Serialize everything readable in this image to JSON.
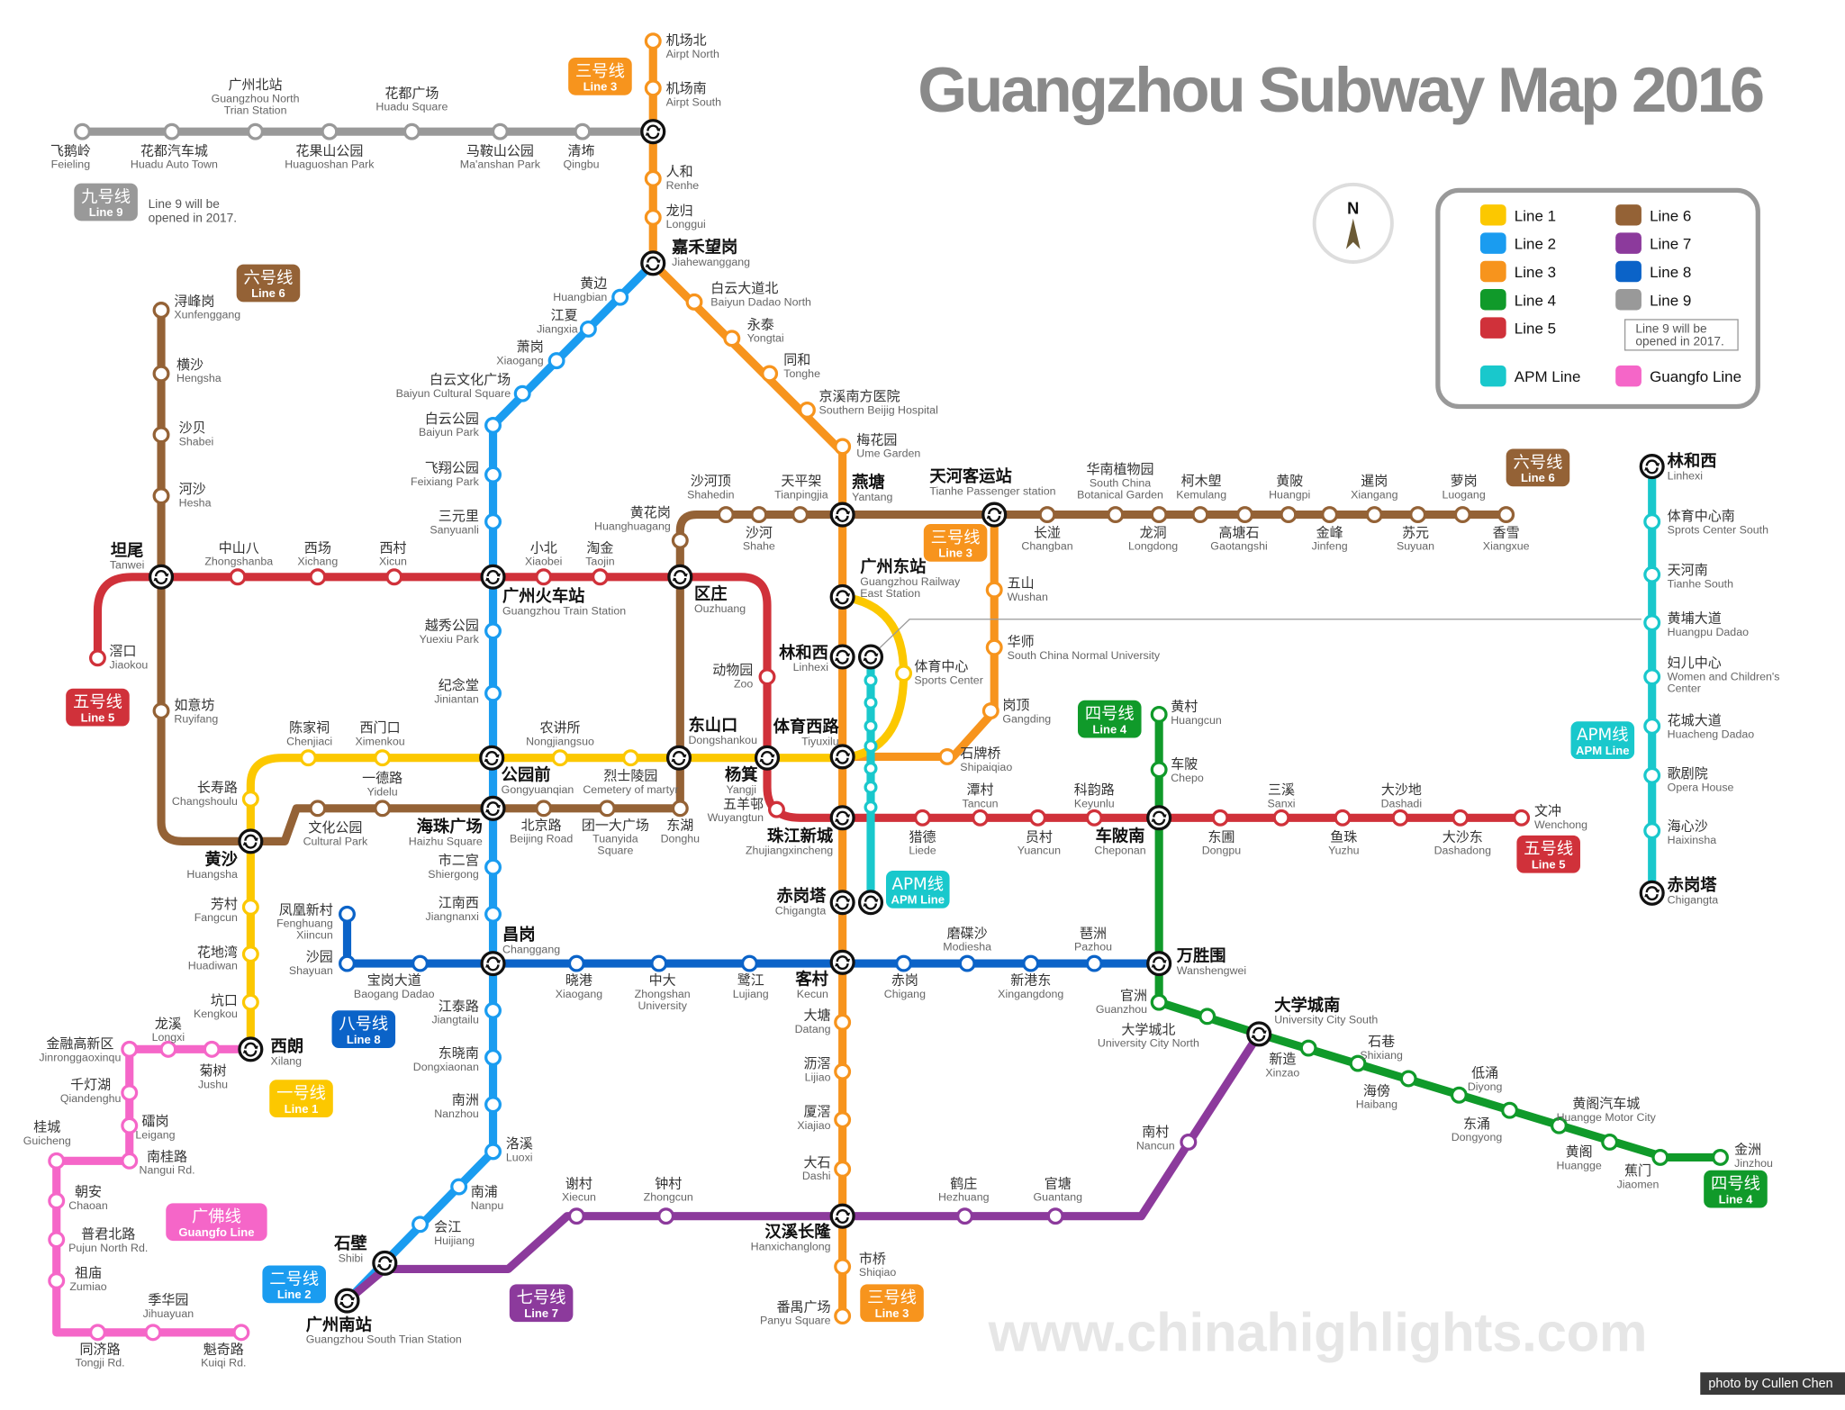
{
  "title": "Guangzhou Subway Map 2016",
  "watermark": "www.chinahighlights.com",
  "credit": "photo by Cullen Chen",
  "compass": "N",
  "line9_note": [
    "Line 9 will be",
    "opened in 2017."
  ],
  "legend": {
    "items": [
      {
        "label": "Line 1",
        "color": "#fcc800"
      },
      {
        "label": "Line 2",
        "color": "#1a9cf0"
      },
      {
        "label": "Line 3",
        "color": "#f7941d"
      },
      {
        "label": "Line 4",
        "color": "#109a2a"
      },
      {
        "label": "Line 5",
        "color": "#d0313a"
      },
      {
        "label": "Line 6",
        "color": "#946236"
      },
      {
        "label": "Line 7",
        "color": "#8c3a9c"
      },
      {
        "label": "Line 8",
        "color": "#0b63c8"
      },
      {
        "label": "Line 9",
        "color": "#999999"
      },
      {
        "label": "APM Line",
        "color": "#19c8cc"
      },
      {
        "label": "Guangfo Line",
        "color": "#f566c8"
      }
    ],
    "note": [
      "Line 9 will be",
      "opened in 2017."
    ]
  },
  "badges": [
    {
      "cn": "三号线",
      "en": "Line 3",
      "color": "#f7941d"
    },
    {
      "cn": "九号线",
      "en": "Line 9",
      "color": "#999999"
    },
    {
      "cn": "六号线",
      "en": "Line 6",
      "color": "#946236"
    },
    {
      "cn": "五号线",
      "en": "Line 5",
      "color": "#d0313a"
    },
    {
      "cn": "六号线",
      "en": "Line 6",
      "color": "#946236"
    },
    {
      "cn": "三号线",
      "en": "Line 3",
      "color": "#f7941d"
    },
    {
      "cn": "四号线",
      "en": "Line 4",
      "color": "#109a2a"
    },
    {
      "cn": "APM线",
      "en": "APM Line",
      "color": "#19c8cc"
    },
    {
      "cn": "五号线",
      "en": "Line 5",
      "color": "#d0313a"
    },
    {
      "cn": "APM线",
      "en": "APM Line",
      "color": "#19c8cc"
    },
    {
      "cn": "八号线",
      "en": "Line 8",
      "color": "#0b63c8"
    },
    {
      "cn": "一号线",
      "en": "Line 1",
      "color": "#fcc800"
    },
    {
      "cn": "广佛线",
      "en": "Guangfo Line",
      "color": "#f566c8"
    },
    {
      "cn": "二号线",
      "en": "Line 2",
      "color": "#1a9cf0"
    },
    {
      "cn": "七号线",
      "en": "Line 7",
      "color": "#8c3a9c"
    },
    {
      "cn": "三号线",
      "en": "Line 3",
      "color": "#f7941d"
    },
    {
      "cn": "四号线",
      "en": "Line 4",
      "color": "#109a2a"
    }
  ],
  "lines": [
    {
      "id": "L9",
      "color": "#999999",
      "stations": [
        {
          "cn": "飞鹅岭",
          "en": "Feieling"
        },
        {
          "cn": "花都汽车城",
          "en": "Huadu Auto Town"
        },
        {
          "cn": "广州北站",
          "en": "Guangzhou North",
          "en2": "Trian Station"
        },
        {
          "cn": "花果山公园",
          "en": "Huaguoshan Park"
        },
        {
          "cn": "花都广场",
          "en": "Huadu Square"
        },
        {
          "cn": "马鞍山公园",
          "en": "Ma'anshan Park"
        },
        {
          "cn": "清㘵",
          "en": "Qingbu"
        }
      ]
    },
    {
      "id": "L3",
      "color": "#f7941d",
      "stations": [
        {
          "cn": "机场北",
          "en": "Airpt North"
        },
        {
          "cn": "机场南",
          "en": "Airpt South"
        },
        {
          "cn": "人和",
          "en": "Renhe"
        },
        {
          "cn": "龙归",
          "en": "Longgui"
        },
        {
          "cn": "嘉禾望岗",
          "en": "Jiahewanggang",
          "x": true
        },
        {
          "cn": "白云大道北",
          "en": "Baiyun Dadao North"
        },
        {
          "cn": "永泰",
          "en": "Yongtai"
        },
        {
          "cn": "同和",
          "en": "Tonghe"
        },
        {
          "cn": "京溪南方医院",
          "en": "Southern Beijig Hospital"
        },
        {
          "cn": "梅花园",
          "en": "Ume Garden"
        },
        {
          "cn": "燕塘",
          "en": "Yantang",
          "x": true
        },
        {
          "cn": "广州东站",
          "en": "Guangzhou Railway",
          "en2": "East Station",
          "x": true
        },
        {
          "cn": "林和西",
          "en": "Linhexi",
          "x": true
        },
        {
          "cn": "体育西路",
          "en": "Tiyuxilu",
          "x": true
        },
        {
          "cn": "珠江新城",
          "en": "Zhujiangxincheng",
          "x": true
        },
        {
          "cn": "赤岗塔",
          "en": "Chigangta",
          "x": true
        },
        {
          "cn": "客村",
          "en": "Kecun",
          "x": true
        },
        {
          "cn": "大塘",
          "en": "Datang"
        },
        {
          "cn": "沥滘",
          "en": "Lijiao"
        },
        {
          "cn": "厦滘",
          "en": "Xiajiao"
        },
        {
          "cn": "大石",
          "en": "Dashi"
        },
        {
          "cn": "汉溪长隆",
          "en": "Hanxichanglong",
          "x": true
        },
        {
          "cn": "市桥",
          "en": "Shiqiao"
        },
        {
          "cn": "番禺广场",
          "en": "Panyu Square"
        },
        {
          "cn": "石牌桥",
          "en": "Shipaiqiao"
        },
        {
          "cn": "岗顶",
          "en": "Gangding"
        },
        {
          "cn": "华师",
          "en": "South China Normal University"
        },
        {
          "cn": "五山",
          "en": "Wushan"
        },
        {
          "cn": "天河客运站",
          "en": "Tianhe Passenger station",
          "x": true
        }
      ]
    },
    {
      "id": "L1",
      "color": "#fcc800",
      "stations": [
        {
          "cn": "西朗",
          "en": "Xilang",
          "x": true
        },
        {
          "cn": "坑口",
          "en": "Kengkou"
        },
        {
          "cn": "花地湾",
          "en": "Huadiwan"
        },
        {
          "cn": "芳村",
          "en": "Fangcun"
        },
        {
          "cn": "黄沙",
          "en": "Huangsha",
          "x": true
        },
        {
          "cn": "长寿路",
          "en": "Changshoulu"
        },
        {
          "cn": "陈家祠",
          "en": "Chenjiaci"
        },
        {
          "cn": "西门口",
          "en": "Ximenkou"
        },
        {
          "cn": "公园前",
          "en": "Gongyuanqian",
          "x": true
        },
        {
          "cn": "农讲所",
          "en": "Nongjiangsuo"
        },
        {
          "cn": "烈士陵园",
          "en": "Cemetery of martyr"
        },
        {
          "cn": "东山口",
          "en": "Dongshankou",
          "x": true
        },
        {
          "cn": "杨箕",
          "en": "Yangji",
          "x": true
        },
        {
          "cn": "体育中心",
          "en": "Sports Center"
        }
      ]
    },
    {
      "id": "L2",
      "color": "#1a9cf0",
      "stations": [
        {
          "cn": "黄边",
          "en": "Huangbian"
        },
        {
          "cn": "江夏",
          "en": "Jiangxia"
        },
        {
          "cn": "萧岗",
          "en": "Xiaogang"
        },
        {
          "cn": "白云文化广场",
          "en": "Baiyun Cultural Square"
        },
        {
          "cn": "白云公园",
          "en": "Baiyun Park"
        },
        {
          "cn": "飞翔公园",
          "en": "Feixiang Park"
        },
        {
          "cn": "三元里",
          "en": "Sanyuanli"
        },
        {
          "cn": "广州火车站",
          "en": "Guangzhou Train Station",
          "x": true
        },
        {
          "cn": "越秀公园",
          "en": "Yuexiu Park"
        },
        {
          "cn": "纪念堂",
          "en": "Jiniantan"
        },
        {
          "cn": "海珠广场",
          "en": "Haizhu Square",
          "x": true
        },
        {
          "cn": "市二宫",
          "en": "Shiergong"
        },
        {
          "cn": "江南西",
          "en": "Jiangnanxi"
        },
        {
          "cn": "昌岗",
          "en": "Changgang",
          "x": true
        },
        {
          "cn": "江泰路",
          "en": "Jiangtailu"
        },
        {
          "cn": "东晓南",
          "en": "Dongxiaonan"
        },
        {
          "cn": "南洲",
          "en": "Nanzhou"
        },
        {
          "cn": "洛溪",
          "en": "Luoxi"
        },
        {
          "cn": "南浦",
          "en": "Nanpu"
        },
        {
          "cn": "会江",
          "en": "Huijiang"
        },
        {
          "cn": "石壁",
          "en": "Shibi",
          "x": true
        },
        {
          "cn": "广州南站",
          "en": "Guangzhou South Trian Station",
          "x": true
        }
      ]
    },
    {
      "id": "L5",
      "color": "#d0313a",
      "stations": [
        {
          "cn": "滘口",
          "en": "Jiaokou"
        },
        {
          "cn": "坦尾",
          "en": "Tanwei",
          "x": true
        },
        {
          "cn": "中山八",
          "en": "Zhongshanba"
        },
        {
          "cn": "西场",
          "en": "Xichang"
        },
        {
          "cn": "西村",
          "en": "Xicun"
        },
        {
          "cn": "小北",
          "en": "Xiaobei"
        },
        {
          "cn": "淘金",
          "en": "Taojin"
        },
        {
          "cn": "区庄",
          "en": "Ouzhuang",
          "x": true
        },
        {
          "cn": "动物园",
          "en": "Zoo"
        },
        {
          "cn": "五羊邨",
          "en": "Wuyangtun"
        },
        {
          "cn": "猎德",
          "en": "Liede"
        },
        {
          "cn": "潭村",
          "en": "Tancun"
        },
        {
          "cn": "员村",
          "en": "Yuancun"
        },
        {
          "cn": "科韵路",
          "en": "Keyunlu"
        },
        {
          "cn": "车陂南",
          "en": "Cheponan",
          "x": true
        },
        {
          "cn": "东圃",
          "en": "Dongpu"
        },
        {
          "cn": "三溪",
          "en": "Sanxi"
        },
        {
          "cn": "鱼珠",
          "en": "Yuzhu"
        },
        {
          "cn": "大沙地",
          "en": "Dashadi"
        },
        {
          "cn": "大沙东",
          "en": "Dashadong"
        },
        {
          "cn": "文冲",
          "en": "Wenchong"
        }
      ]
    },
    {
      "id": "L6",
      "color": "#946236",
      "stations": [
        {
          "cn": "浔峰岗",
          "en": "Xunfenggang"
        },
        {
          "cn": "横沙",
          "en": "Hengsha"
        },
        {
          "cn": "沙贝",
          "en": "Shabei"
        },
        {
          "cn": "河沙",
          "en": "Hesha"
        },
        {
          "cn": "如意坊",
          "en": "Ruyifang"
        },
        {
          "cn": "文化公园",
          "en": "Cultural Park"
        },
        {
          "cn": "一德路",
          "en": "Yidelu"
        },
        {
          "cn": "北京路",
          "en": "Beijing Road"
        },
        {
          "cn": "团一大广场",
          "en": "Tuanyida",
          "en2": "Square"
        },
        {
          "cn": "东湖",
          "en": "Donghu"
        },
        {
          "cn": "黄花岗",
          "en": "Huanghuagang"
        },
        {
          "cn": "沙河顶",
          "en": "Shahedin"
        },
        {
          "cn": "沙河",
          "en": "Shahe"
        },
        {
          "cn": "天平架",
          "en": "Tianpingjia"
        },
        {
          "cn": "长湴",
          "en": "Changban"
        },
        {
          "cn": "华南植物园",
          "en": "South China",
          "en2": "Botanical Garden"
        },
        {
          "cn": "龙洞",
          "en": "Longdong"
        },
        {
          "cn": "柯木塱",
          "en": "Kemulang"
        },
        {
          "cn": "高塘石",
          "en": "Gaotangshi"
        },
        {
          "cn": "黄陂",
          "en": "Huangpi"
        },
        {
          "cn": "金峰",
          "en": "Jinfeng"
        },
        {
          "cn": "暹岗",
          "en": "Xiangang"
        },
        {
          "cn": "苏元",
          "en": "Suyuan"
        },
        {
          "cn": "萝岗",
          "en": "Luogang"
        },
        {
          "cn": "香雪",
          "en": "Xiangxue"
        }
      ]
    },
    {
      "id": "L4",
      "color": "#109a2a",
      "stations": [
        {
          "cn": "黄村",
          "en": "Huangcun"
        },
        {
          "cn": "车陂",
          "en": "Chepo"
        },
        {
          "cn": "万胜围",
          "en": "Wanshengwei",
          "x": true
        },
        {
          "cn": "官洲",
          "en": "Guanzhou"
        },
        {
          "cn": "大学城北",
          "en": "University City North"
        },
        {
          "cn": "大学城南",
          "en": "University City South",
          "x": true
        },
        {
          "cn": "新造",
          "en": "Xinzao"
        },
        {
          "cn": "石巷",
          "en": "Shixiang"
        },
        {
          "cn": "海傍",
          "en": "Haibang"
        },
        {
          "cn": "低涌",
          "en": "Diyong"
        },
        {
          "cn": "东涌",
          "en": "Dongyong"
        },
        {
          "cn": "黄阁汽车城",
          "en": "Huangge Motor City"
        },
        {
          "cn": "黄阁",
          "en": "Huangge"
        },
        {
          "cn": "蕉门",
          "en": "Jiaomen"
        },
        {
          "cn": "金洲",
          "en": "Jinzhou"
        }
      ]
    },
    {
      "id": "L8",
      "color": "#0b63c8",
      "stations": [
        {
          "cn": "凤凰新村",
          "en": "Fenghuang",
          "en2": "Xiincun"
        },
        {
          "cn": "沙园",
          "en": "Shayuan"
        },
        {
          "cn": "宝岗大道",
          "en": "Baogang Dadao"
        },
        {
          "cn": "晓港",
          "en": "Xiaogang"
        },
        {
          "cn": "中大",
          "en": "Zhongshan",
          "en2": "University"
        },
        {
          "cn": "鹭江",
          "en": "Lujiang"
        },
        {
          "cn": "赤岗",
          "en": "Chigang"
        },
        {
          "cn": "磨碟沙",
          "en": "Modiesha"
        },
        {
          "cn": "新港东",
          "en": "Xingangdong"
        },
        {
          "cn": "琶洲",
          "en": "Pazhou"
        }
      ]
    },
    {
      "id": "L7",
      "color": "#8c3a9c",
      "stations": [
        {
          "cn": "谢村",
          "en": "Xiecun"
        },
        {
          "cn": "钟村",
          "en": "Zhongcun"
        },
        {
          "cn": "鹤庄",
          "en": "Hezhuang"
        },
        {
          "cn": "官塘",
          "en": "Guantang"
        },
        {
          "cn": "南村",
          "en": "Nancun"
        }
      ]
    },
    {
      "id": "APM",
      "color": "#19c8cc",
      "stations": [
        {
          "cn": "林和西",
          "en": "Linhexi",
          "x": true
        },
        {
          "cn": "体育中心南",
          "en": "Sprots Center South"
        },
        {
          "cn": "天河南",
          "en": "Tianhe South"
        },
        {
          "cn": "黄埔大道",
          "en": "Huangpu Dadao"
        },
        {
          "cn": "妇儿中心",
          "en": "Women and Children's",
          "en2": "Center"
        },
        {
          "cn": "花城大道",
          "en": "Huacheng Dadao"
        },
        {
          "cn": "歌剧院",
          "en": "Opera House"
        },
        {
          "cn": "海心沙",
          "en": "Haixinsha"
        },
        {
          "cn": "赤岗塔",
          "en": "Chigangta",
          "x": true
        }
      ]
    },
    {
      "id": "GF",
      "color": "#f566c8",
      "stations": [
        {
          "cn": "菊树",
          "en": "Jushu"
        },
        {
          "cn": "龙溪",
          "en": "Longxi"
        },
        {
          "cn": "金融高新区",
          "en": "Jinronggaoxinqu"
        },
        {
          "cn": "千灯湖",
          "en": "Qiandenghu"
        },
        {
          "cn": "礌岗",
          "en": "Leigang"
        },
        {
          "cn": "南桂路",
          "en": "Nangui Rd."
        },
        {
          "cn": "桂城",
          "en": "Guicheng"
        },
        {
          "cn": "朝安",
          "en": "Chaoan"
        },
        {
          "cn": "普君北路",
          "en": "Pujun North Rd."
        },
        {
          "cn": "祖庙",
          "en": "Zumiao"
        },
        {
          "cn": "同济路",
          "en": "Tongji Rd."
        },
        {
          "cn": "季华园",
          "en": "Jihuayuan"
        },
        {
          "cn": "魁奇路",
          "en": "Kuiqi Rd."
        }
      ]
    }
  ]
}
